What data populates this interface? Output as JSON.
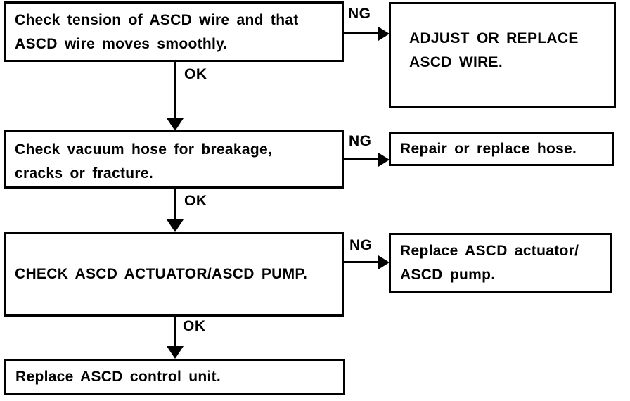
{
  "diagram_type": "flowchart",
  "labels": {
    "ok": "OK",
    "ng": "NG"
  },
  "nodes": {
    "check_wire": {
      "line1": "Check tension of ASCD wire and that",
      "line2": "ASCD wire moves smoothly."
    },
    "adjust_wire": {
      "line1": "ADJUST OR REPLACE",
      "line2": "ASCD WIRE."
    },
    "check_hose": {
      "line1": "Check vacuum hose for breakage,",
      "line2": "cracks or fracture."
    },
    "repair_hose": {
      "line1": "Repair or replace hose."
    },
    "check_actuator": {
      "line1": "CHECK ASCD ACTUATOR/ASCD PUMP."
    },
    "replace_actuator": {
      "line1": "Replace ASCD actuator/",
      "line2": "ASCD pump."
    },
    "replace_unit": {
      "line1": "Replace ASCD control unit."
    }
  },
  "colors": {
    "ink": "#000000",
    "background": "#ffffff"
  }
}
